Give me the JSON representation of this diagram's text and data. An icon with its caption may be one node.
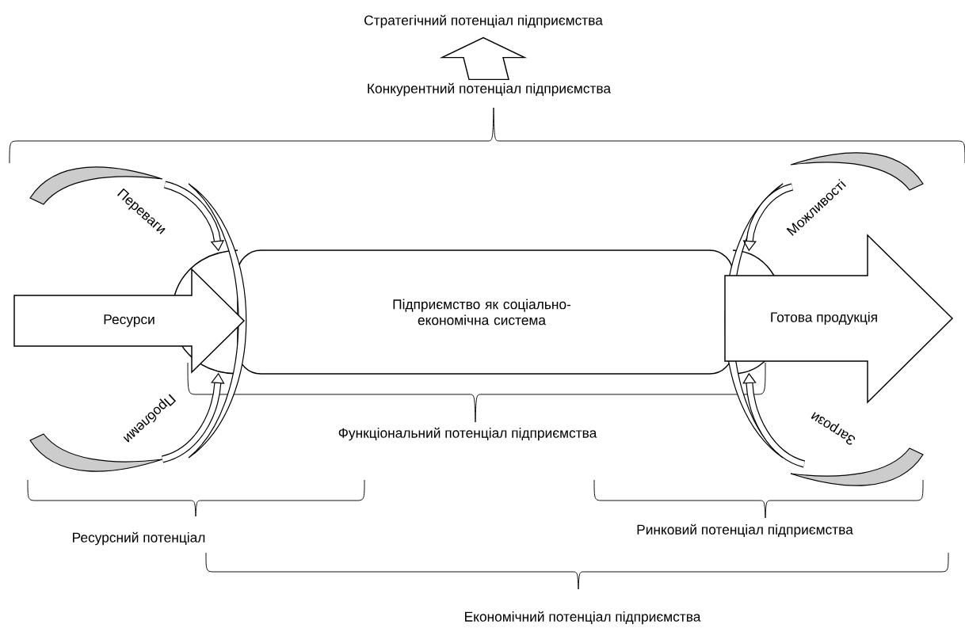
{
  "diagram": {
    "nodes": [
      {
        "text": [
          "Стратегічний потенціал підприємства"
        ]
      },
      {
        "text": [
          "Конкурентний потенціал підприємства"
        ]
      },
      {
        "text": [
          "Ресурси"
        ]
      },
      {
        "text": [
          "Підприємство як соціально-економічна система"
        ]
      },
      {
        "text": [
          "Готова продукція"
        ]
      }
    ],
    "edges": [
      {
        "from": 1,
        "to": 0,
        "arrow": "to"
      },
      {
        "from": null,
        "to": 3,
        "arrow": "to",
        "label": "Переваги"
      },
      {
        "from": null,
        "to": 3,
        "arrow": "to",
        "label": "Проблеми"
      },
      {
        "from": null,
        "to": 3,
        "arrow": "to",
        "label": "Можливості"
      },
      {
        "from": null,
        "to": 3,
        "arrow": "to",
        "label": "Загрози"
      }
    ],
    "labels": [
      "Функціональний потенціал підприємства",
      "Ресурсний потенціал",
      "Ринковий потенціал підприємства",
      "Економічний потенціал підприємства"
    ]
  }
}
